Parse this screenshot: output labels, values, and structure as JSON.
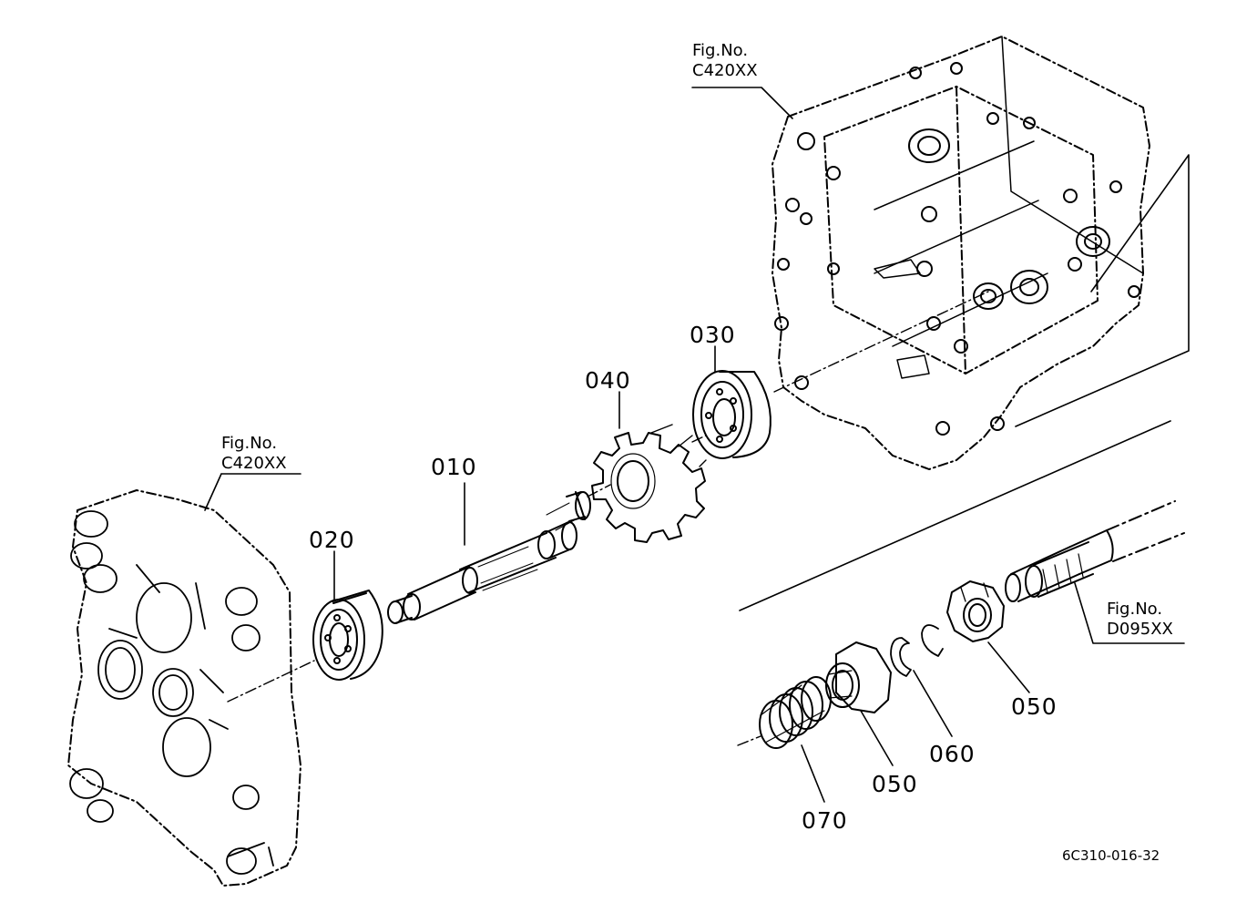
{
  "fig_refs": {
    "upper_right": {
      "line1": "Fig.No.",
      "line2": "C420XX"
    },
    "left": {
      "line1": "Fig.No.",
      "line2": "C420XX"
    },
    "lower_right": {
      "line1": "Fig.No.",
      "line2": "D095XX"
    }
  },
  "parts": {
    "p010": "010",
    "p020": "020",
    "p030": "030",
    "p040": "040",
    "p050a": "050",
    "p050b": "050",
    "p060": "060",
    "p070": "070"
  },
  "drawing_code": "6C310-016-32",
  "colors": {
    "line": "#000000",
    "background": "#ffffff"
  }
}
